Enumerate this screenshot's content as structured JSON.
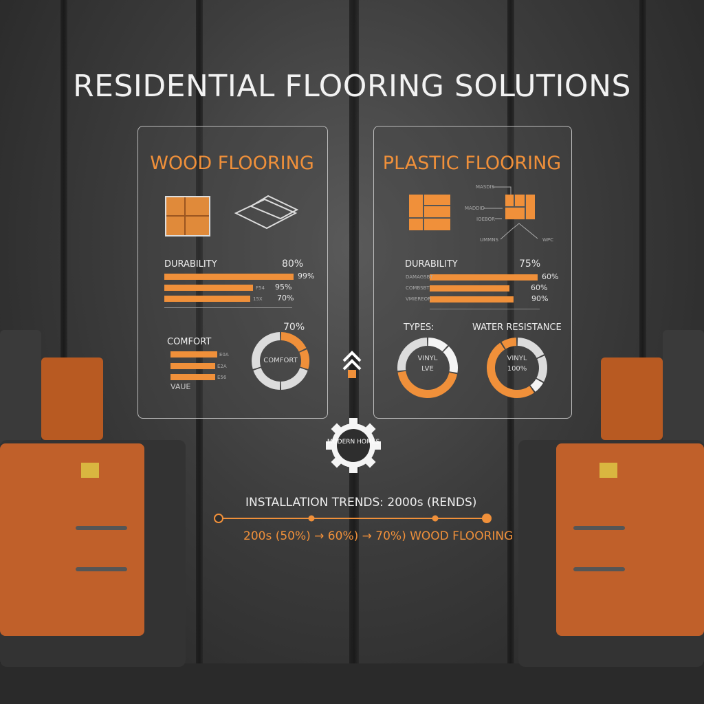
{
  "title": "RESIDENTIAL FLOORING SOLUTIONS",
  "colors": {
    "accent": "#f0903a",
    "background": "#3c3c3c",
    "light": "#dcdcdc"
  },
  "wood": {
    "heading": "WOOD FLOORING",
    "icons": [
      "parquet-tile-icon",
      "wood-planks-icon"
    ],
    "durability": {
      "label": "DURABILITY",
      "value": "80%",
      "bars": [
        {
          "tag": "",
          "value": "99%",
          "fraction": 0.99
        },
        {
          "tag": "F54",
          "value": "95%",
          "fraction": 0.68
        },
        {
          "tag": "15X",
          "value": "70%",
          "fraction": 0.66
        }
      ]
    },
    "comfort": {
      "label": "COMFORT",
      "bars": [
        {
          "tag": "E0A"
        },
        {
          "tag": "E2A"
        },
        {
          "tag": "E56"
        }
      ],
      "value_label": "VAUE",
      "donut": {
        "value": "70%",
        "center": "COMFORT",
        "fraction": 0.3
      }
    }
  },
  "plastic": {
    "heading": "PLASTIC FLOORING",
    "icons": [
      "tile-pattern-icon",
      "layer-diagram-icon"
    ],
    "diagram_labels": [
      "MASDIS",
      "MADDID",
      "IOEBOR",
      "UMMNS",
      "WPC"
    ],
    "durability": {
      "label": "DURABILITY",
      "value": "75%",
      "bars": [
        {
          "tag": "DAMAGSBT",
          "value": "60%",
          "fraction": 1.0
        },
        {
          "tag": "COMBSBT",
          "value": "60%",
          "fraction": 0.74
        },
        {
          "tag": "VMIEREOR",
          "value": "90%",
          "fraction": 0.78
        }
      ]
    },
    "types": {
      "label": "TYPES:",
      "center_line1": "VINYL",
      "center_line2": "LVE",
      "fraction": 0.45
    },
    "water": {
      "label": "WATER RESISTANCE",
      "center_line1": "VINYL",
      "center_line2": "100%",
      "fraction": 0.6
    }
  },
  "center_badge": "MODERN HOMES",
  "trends": {
    "label": "INSTALLATION TRENDS:  2000s (RENDS)",
    "timeline": "200s (50%) → 60%) → 70%) WOOD FLOORING"
  }
}
